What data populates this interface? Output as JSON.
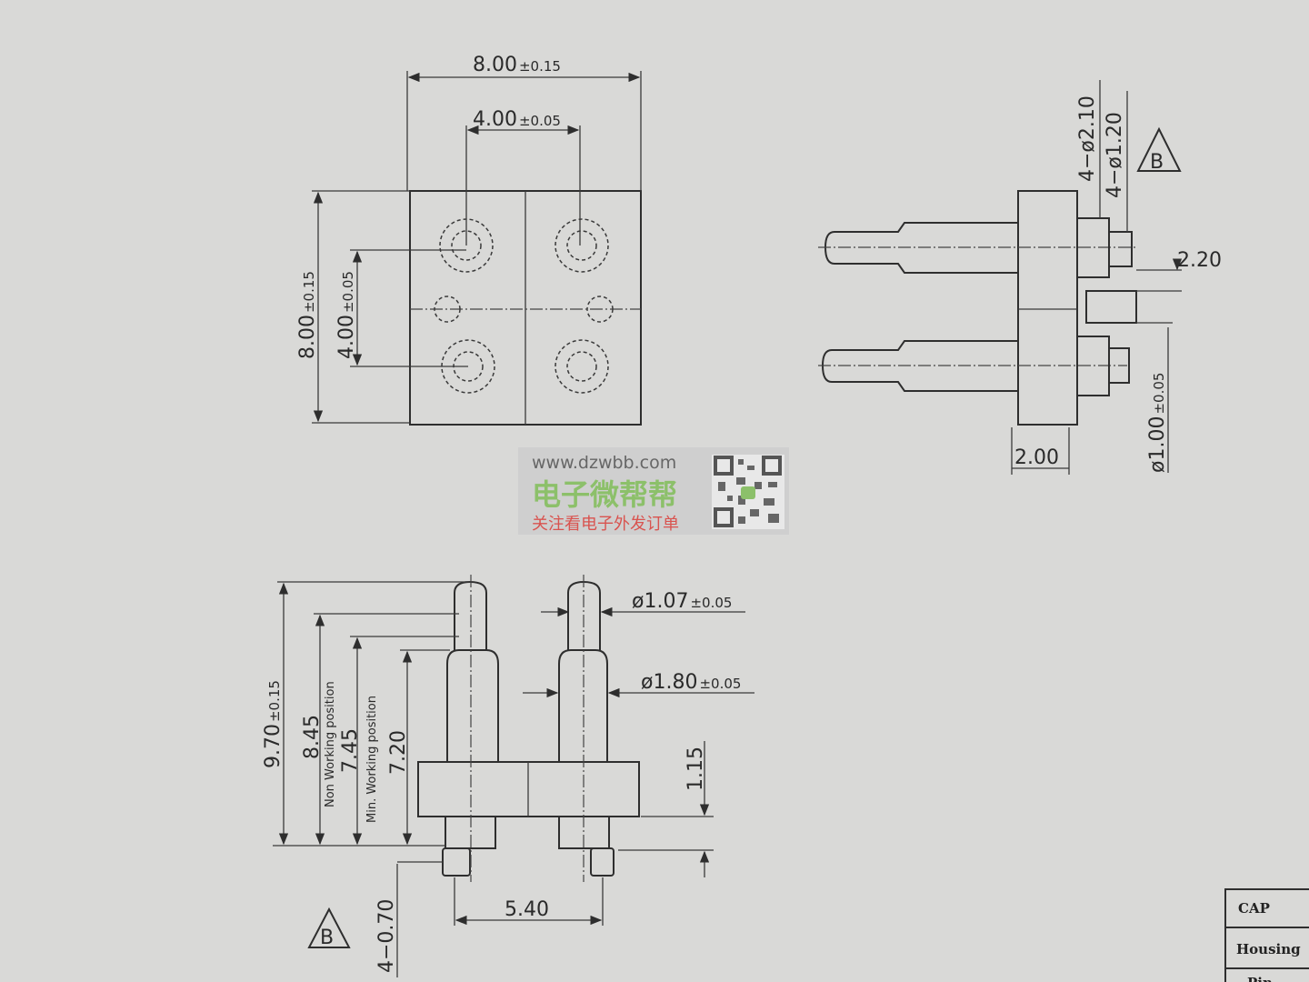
{
  "top_view": {
    "width_dim": {
      "value": "8.00",
      "tol": "±0.15"
    },
    "pitch_x_dim": {
      "value": "4.00",
      "tol": "±0.05"
    },
    "height_dim": {
      "value": "8.00",
      "tol": "±0.15"
    },
    "pitch_y_dim": {
      "value": "4.00",
      "tol": "±0.05"
    }
  },
  "side_view": {
    "hole_large": "4−ø2.10",
    "hole_small": "4−ø1.20",
    "datum": "B",
    "dim_220": "2.20",
    "dim_200": "2.00",
    "pin_dia": {
      "value": "ø1.00",
      "tol": "±0.05"
    }
  },
  "front_view": {
    "tip_dia": {
      "value": "ø1.07",
      "tol": "±0.05"
    },
    "barrel_dia": {
      "value": "ø1.80",
      "tol": "±0.05"
    },
    "total_height": {
      "value": "9.70",
      "tol": "±0.15"
    },
    "non_working": {
      "value": "8.45",
      "label": "Non Working position"
    },
    "min_working": {
      "value": "7.45",
      "label": "Min. Working position"
    },
    "dim_720": "7.20",
    "dim_115": "1.15",
    "dim_540": "5.40",
    "dim_070": "4−0.70",
    "datum": "B"
  },
  "watermark": {
    "url": "www.dzwbb.com",
    "brand": "电子微帮帮",
    "slogan": "关注看电子外发订单"
  },
  "title_block": {
    "rows": [
      "CAP",
      "Housing",
      "Pin"
    ]
  }
}
